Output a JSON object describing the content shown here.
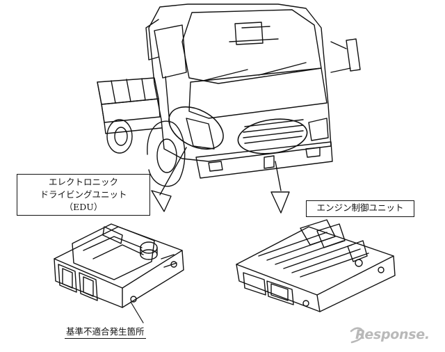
{
  "labels": {
    "edu_line1": "エレクトロニック",
    "edu_line2": "ドライビングユニット",
    "edu_line3": "（EDU）",
    "ecu": "エンジン制御ユニット",
    "defect_location": "基準不適合発生箇所"
  },
  "watermark": {
    "text": "Response."
  },
  "colors": {
    "line": "#111111",
    "watermark": "#b9b9b9",
    "background": "#ffffff"
  },
  "icons": {
    "truck": "truck-illustration",
    "edu": "edu-module",
    "ecu": "ecu-module"
  }
}
